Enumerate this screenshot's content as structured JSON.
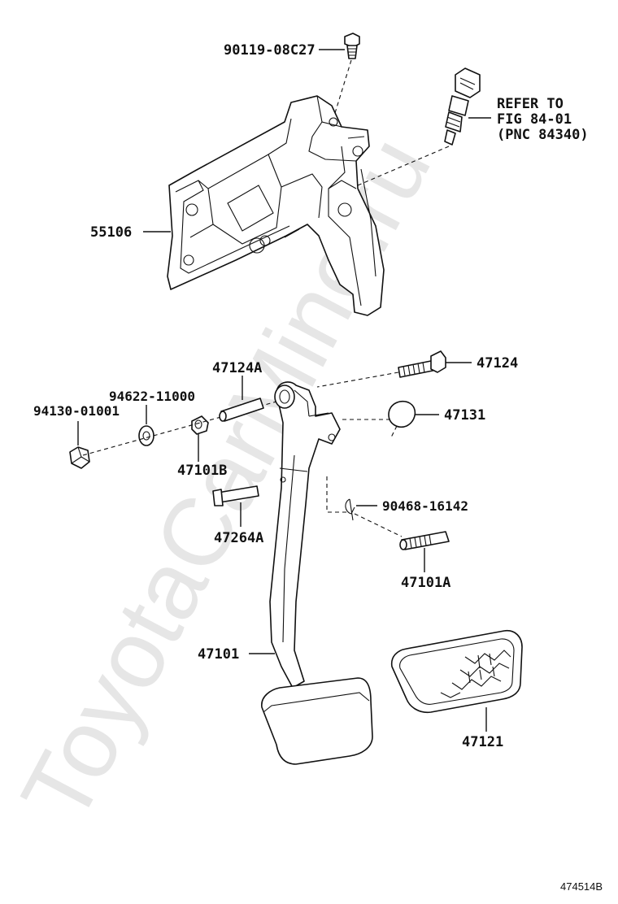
{
  "labels": {
    "bolt_top": "90119-08C27",
    "refer_line1": "REFER TO",
    "refer_line2": "FIG 84-01",
    "refer_line3": "(PNC 84340)",
    "bracket": "55106",
    "collar": "47124A",
    "pivot_bolt": "47124",
    "washer": "94622-11000",
    "nut": "94130-01001",
    "stopper": "47131",
    "bushing_b": "47101B",
    "pin": "47264A",
    "clip": "90468-16142",
    "bushing_a": "47101A",
    "pedal": "47101",
    "pedal_pad": "47121"
  },
  "watermark": "ToyotaCarMine.ru",
  "figure_code": "474514B"
}
